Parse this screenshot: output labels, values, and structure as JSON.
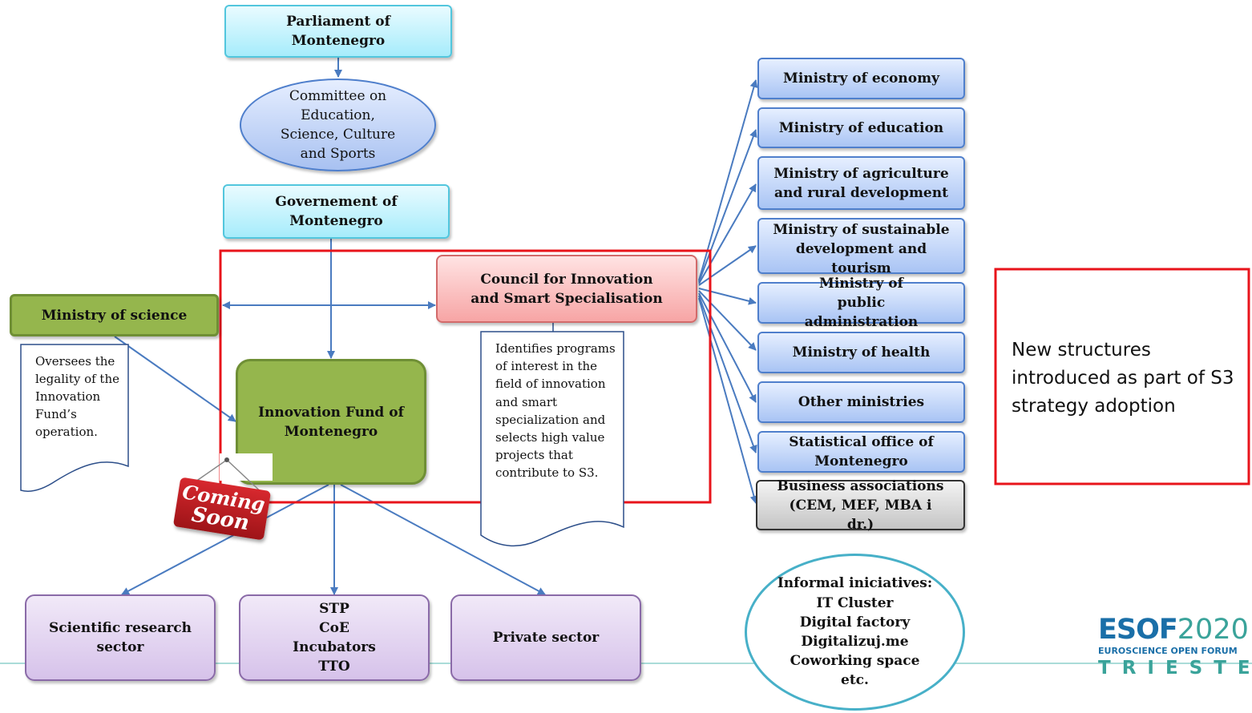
{
  "nodes": {
    "parliament": "Parliament of Montenegro",
    "committee": "Committee on Education, Science, Culture and Sports",
    "government": "Governement of Montenegro",
    "ministry_science": "Ministry of science",
    "council": "Council for Innovation and Smart Specialisation",
    "innovation_fund": "Innovation Fund of Montenegro",
    "scientific_research": "Scientific research sector",
    "stp": "STP\nCoE\nIncubators\nTTO",
    "private_sector": "Private sector",
    "informal": "Informal iniciatives:\nIT Cluster\nDigital factory\nDigitalizuj.me\nCoworking space\netc."
  },
  "ministries": [
    "Ministry of economy",
    "Ministry of education",
    "Ministry of agriculture and rural development",
    "Ministry of sustainable development and tourism",
    "Ministry of public administration",
    "Ministry of health",
    "Other ministries",
    "Statistical office of Montenegro"
  ],
  "business_associations": "Business associations (CEM, MEF, MBA i dr.)",
  "notes": {
    "oversees": "Oversees the legality of the Innovation Fund’s operation.",
    "identifies": "Identifies programs of interest in the field of innovation and smart specialization and selects high value projects that contribute to S3."
  },
  "legend_text": "New structures introduced as part of S3 strategy adoption",
  "badge": {
    "line1": "Coming",
    "line2": "Soon"
  },
  "logo": {
    "esof": "ESOF",
    "year": "2020",
    "forum": "EUROSCIENCE OPEN FORUM",
    "city": "TRIESTE"
  },
  "colors": {
    "arrow": "#4a7bc0",
    "highlight": "#e8141b",
    "green": "#95b64d",
    "logo_blue": "#1a6fa8",
    "logo_green": "#3aa39a"
  }
}
